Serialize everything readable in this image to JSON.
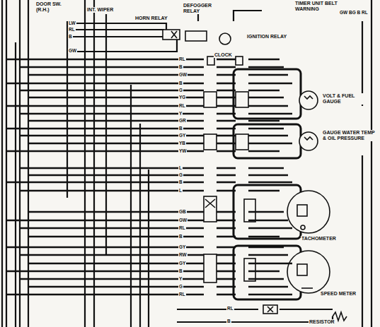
{
  "diagram": {
    "nodes": [
      {
        "text": [
          "DOOR SW. (R.H.)"
        ]
      },
      {
        "text": [
          "INT. WIPER"
        ]
      },
      {
        "text": [
          "HORN RELAY"
        ]
      },
      {
        "text": [
          "DEFOGGER RELAY"
        ]
      },
      {
        "text": [
          "CLOCK"
        ]
      },
      {
        "text": [
          "IGNITION RELAY"
        ]
      },
      {
        "text": [
          "TIMER UNIT BELT WARNING"
        ]
      },
      {
        "text": [
          "VOLT & FUEL GAUGE"
        ]
      },
      {
        "text": [
          "GAUGE WATER TEMP & OIL PRESSURE"
        ]
      },
      {
        "text": [
          "TACHOMETER"
        ]
      },
      {
        "text": [
          "SPEED METER"
        ]
      },
      {
        "text": [
          "RESISTOR"
        ]
      }
    ],
    "labels": [
      "LW",
      "RL",
      "B",
      "GW",
      "GW BG B RL",
      "RL",
      "B",
      "GW",
      "B",
      "G",
      "YG",
      "RL",
      "Y",
      "GR",
      "B",
      "GY",
      "YB",
      "YW",
      "L",
      "G",
      "B",
      "L",
      "GB",
      "GW",
      "RL",
      "B",
      "GY",
      "RW",
      "GY",
      "B",
      "Y",
      "G",
      "RL",
      "RL",
      "B"
    ]
  }
}
